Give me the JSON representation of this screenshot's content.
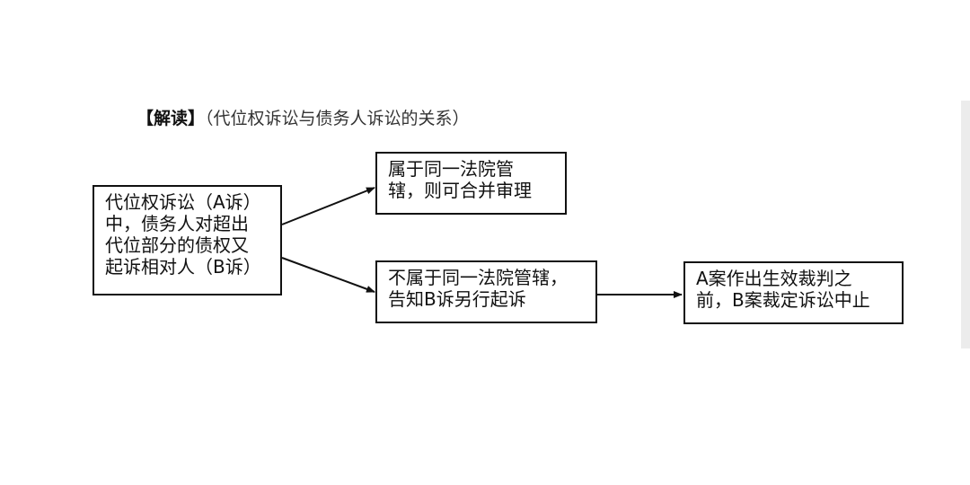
{
  "title": {
    "bold": "【解读】",
    "paren": "（代位权诉讼与债务人诉讼的关系）"
  },
  "nodes": {
    "a_suit": {
      "lines": [
        "代位权诉讼（A诉）",
        "中，债务人对超出",
        "代位部分的债权又",
        "起诉相对人（B诉）"
      ]
    },
    "same_court": {
      "lines": [
        "属于同一法院管",
        "辖，则可合并审理"
      ]
    },
    "diff_court": {
      "lines": [
        "不属于同一法院管辖，",
        "告知B诉另行起诉"
      ]
    },
    "result": {
      "lines": [
        "A案作出生效裁判之",
        "前，B案裁定诉讼中止"
      ]
    }
  }
}
